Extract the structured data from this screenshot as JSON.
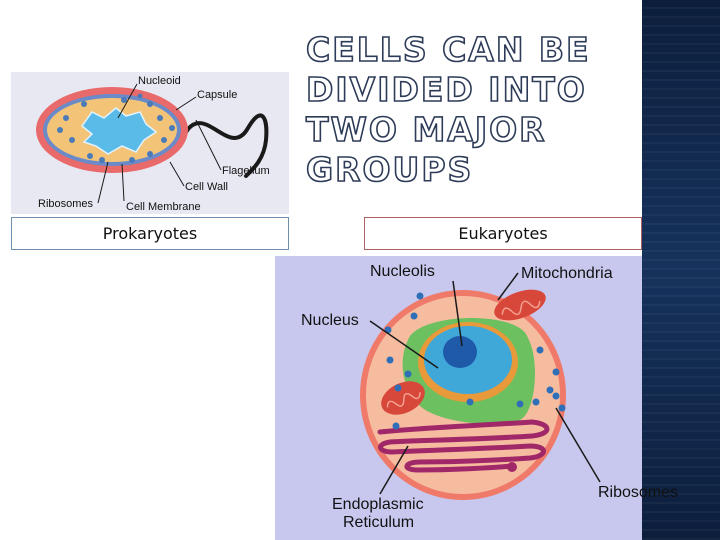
{
  "title": "CELLS CAN BE DIVIDED INTO TWO MAJOR GROUPS",
  "prokaryote": {
    "category": "Prokaryotes",
    "labels": {
      "nucleoid": "Nucleoid",
      "capsule": "Capsule",
      "flagellum": "Flagellum",
      "cell_wall": "Cell Wall",
      "cell_membrane": "Cell Membrane",
      "ribosomes": "Ribosomes"
    }
  },
  "eukaryote": {
    "category": "Eukaryotes",
    "labels": {
      "nucleolis": "Nucleolis",
      "mitochondria": "Mitochondria",
      "nucleus": "Nucleus",
      "ribosomes": "Ribosomes",
      "er_line1": "Endoplasmic",
      "er_line2": "Reticulum"
    }
  },
  "colors": {
    "title_outline": "#2d3b58",
    "sidebar": "#16325c",
    "capsule": "#e86a6a",
    "cytoplasm": "#f3c478",
    "nucleoid": "#5bbbe8",
    "eukaryote_panel": "#c8c8ee",
    "cell_membrane": "#f07a6a",
    "nucleus": "#3fa8d8",
    "er": "#a02868",
    "mitochondria": "#d8483a"
  }
}
